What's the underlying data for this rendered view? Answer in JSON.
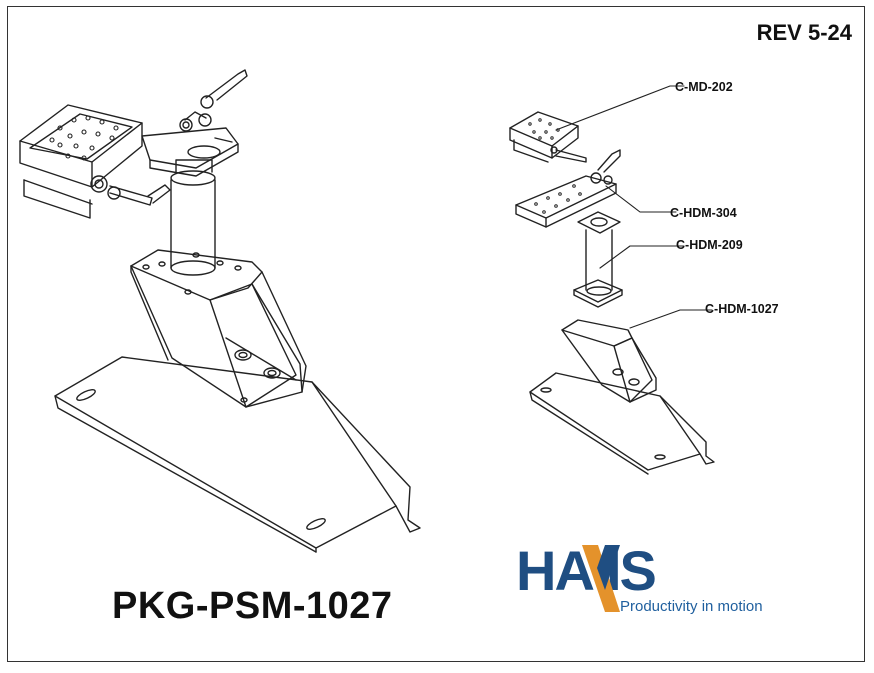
{
  "header": {
    "revision": "REV 5-24"
  },
  "title": "PKG-PSM-1027",
  "callouts": [
    {
      "label": "C-MD-202"
    },
    {
      "label": "C-HDM-304"
    },
    {
      "label": "C-HDM-209"
    },
    {
      "label": "C-HDM-1027"
    }
  ],
  "logo": {
    "brand_text": "HAVIS",
    "tagline": "Productivity in motion",
    "colors": {
      "navy": "#1f4e82",
      "orange": "#e4922b"
    }
  },
  "colors": {
    "line": "#222222",
    "background": "#ffffff"
  }
}
